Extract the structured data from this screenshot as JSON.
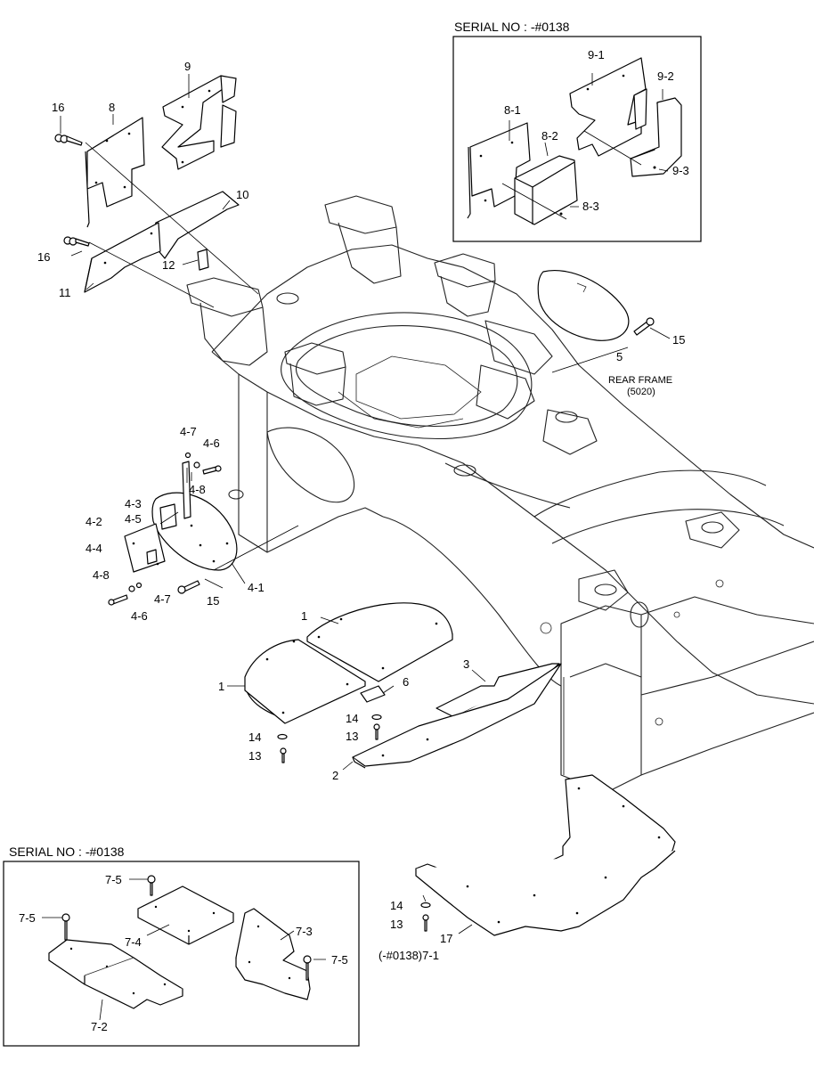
{
  "inset_top": {
    "header": "SERIAL NO : -#0138"
  },
  "inset_bottom": {
    "header": "SERIAL NO : -#0138"
  },
  "frame_label": {
    "line1": "REAR FRAME",
    "line2": "(5020)"
  },
  "labels": {
    "l16a": "16",
    "l8": "8",
    "l9": "9",
    "l10": "10",
    "l16b": "16",
    "l11": "11",
    "l12": "12",
    "l5": "5",
    "l15a": "15",
    "l47a": "4-7",
    "l46a": "4-6",
    "l48a": "4-8",
    "l43": "4-3",
    "l45": "4-5",
    "l42": "4-2",
    "l44": "4-4",
    "l48b": "4-8",
    "l47b": "4-7",
    "l46b": "4-6",
    "l15b": "15",
    "l41": "4-1",
    "l1a": "1",
    "l1b": "1",
    "l6": "6",
    "l3": "3",
    "l14a": "14",
    "l13a": "13",
    "l14b": "14",
    "l13b": "13",
    "l2": "2",
    "l14c": "14",
    "l13c": "13",
    "l17": "17",
    "l71": "(-#0138)7-1",
    "l91": "9-1",
    "l92": "9-2",
    "l81": "8-1",
    "l82": "8-2",
    "l93": "9-3",
    "l83": "8-3",
    "l75a": "7-5",
    "l75b": "7-5",
    "l74": "7-4",
    "l73": "7-3",
    "l75c": "7-5",
    "l72": "7-2"
  }
}
